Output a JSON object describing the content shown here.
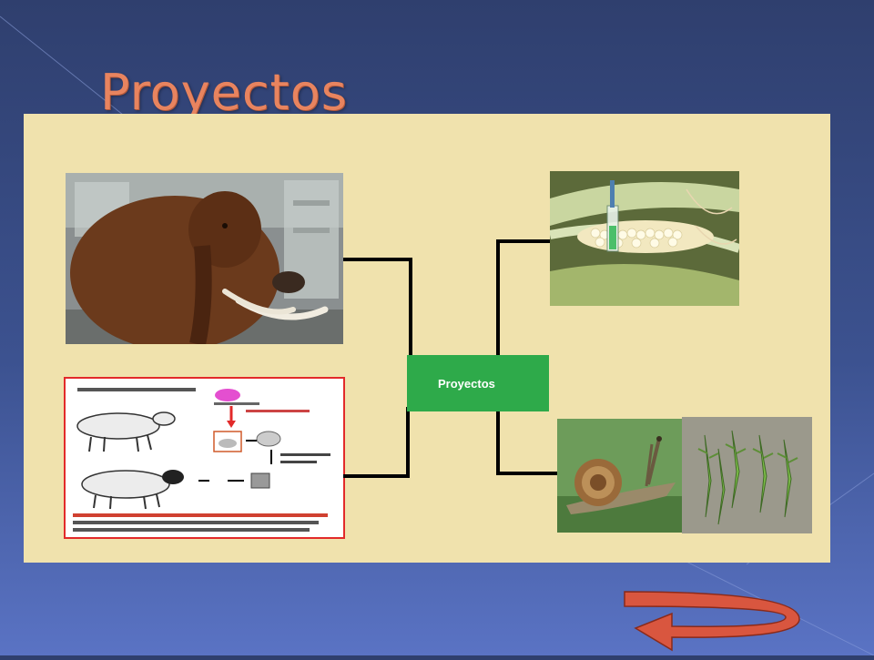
{
  "slide": {
    "title": "Proyectos"
  },
  "diagram": {
    "center_label": "Proyectos",
    "images": [
      {
        "id": "mammoth",
        "description_icon": "mammoth-photo-icon"
      },
      {
        "id": "cloning",
        "description_icon": "cloning-diagram-icon"
      },
      {
        "id": "corn",
        "description_icon": "corn-syringe-photo-icon"
      },
      {
        "id": "snail",
        "description_icon": "snail-photo-icon"
      },
      {
        "id": "lizards",
        "description_icon": "lizards-photo-icon"
      }
    ],
    "colors": {
      "panel": "#f0e2ad",
      "center_node": "#2eaa4a",
      "connector": "#000000",
      "title": "#e8845f",
      "return_arrow": "#d9563f"
    }
  },
  "navigation": {
    "return_icon": "return-arrow-icon"
  }
}
